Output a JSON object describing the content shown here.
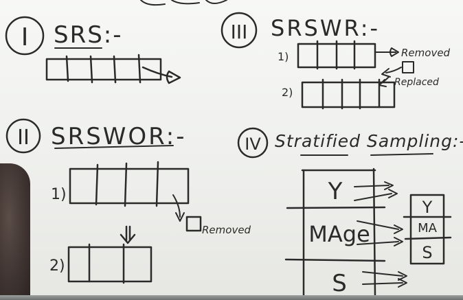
{
  "sections": {
    "srs": {
      "numeral": "I",
      "title": "SRS:-"
    },
    "srswor": {
      "numeral": "II",
      "title": "SRSWOR:-",
      "step1_label": "1)",
      "step2_label": "2)",
      "removed_label": "Removed"
    },
    "srswr": {
      "numeral": "III",
      "title": "SRSWR:-",
      "step1_label": "1)",
      "step2_label": "2)",
      "removed_label": "Removed",
      "replaced_label": "Replaced"
    },
    "stratified": {
      "numeral": "IV",
      "title": "Stratified Sampling:-",
      "strata": [
        "Y",
        "MAge",
        "S"
      ],
      "sample_strata": [
        "Y",
        "MA",
        "S"
      ]
    }
  }
}
